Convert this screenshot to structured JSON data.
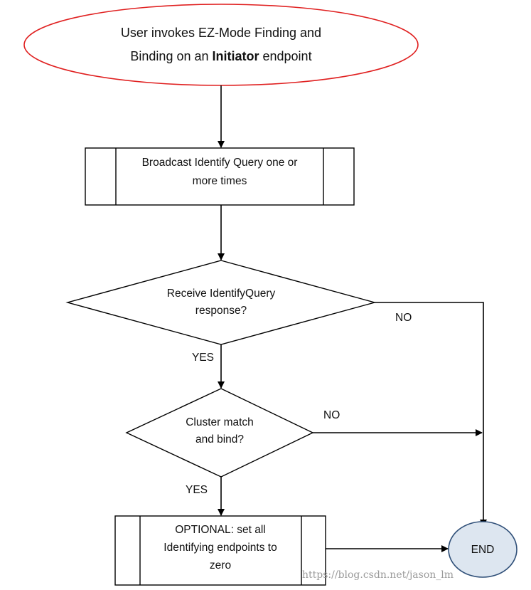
{
  "start": {
    "line1": "User invokes EZ-Mode Finding and",
    "line2_prefix": "Binding on an ",
    "line2_bold": "Initiator",
    "line2_suffix": " endpoint",
    "border_color": "#e02020"
  },
  "broadcast": {
    "line1": "Broadcast Identify Query one or",
    "line2": "more times"
  },
  "decision1": {
    "line1": "Receive IdentifyQuery",
    "line2": "response?",
    "yes": "YES",
    "no": "NO"
  },
  "decision2": {
    "line1": "Cluster match",
    "line2": "and bind?",
    "yes": "YES",
    "no": "NO"
  },
  "optional": {
    "line1": "OPTIONAL: set all",
    "line2": "Identifying endpoints to",
    "line3": "zero"
  },
  "end": {
    "label": "END",
    "fill": "#dde6f0",
    "stroke": "#2f4f78"
  },
  "watermark": "https://blog.csdn.net/jason_lm"
}
